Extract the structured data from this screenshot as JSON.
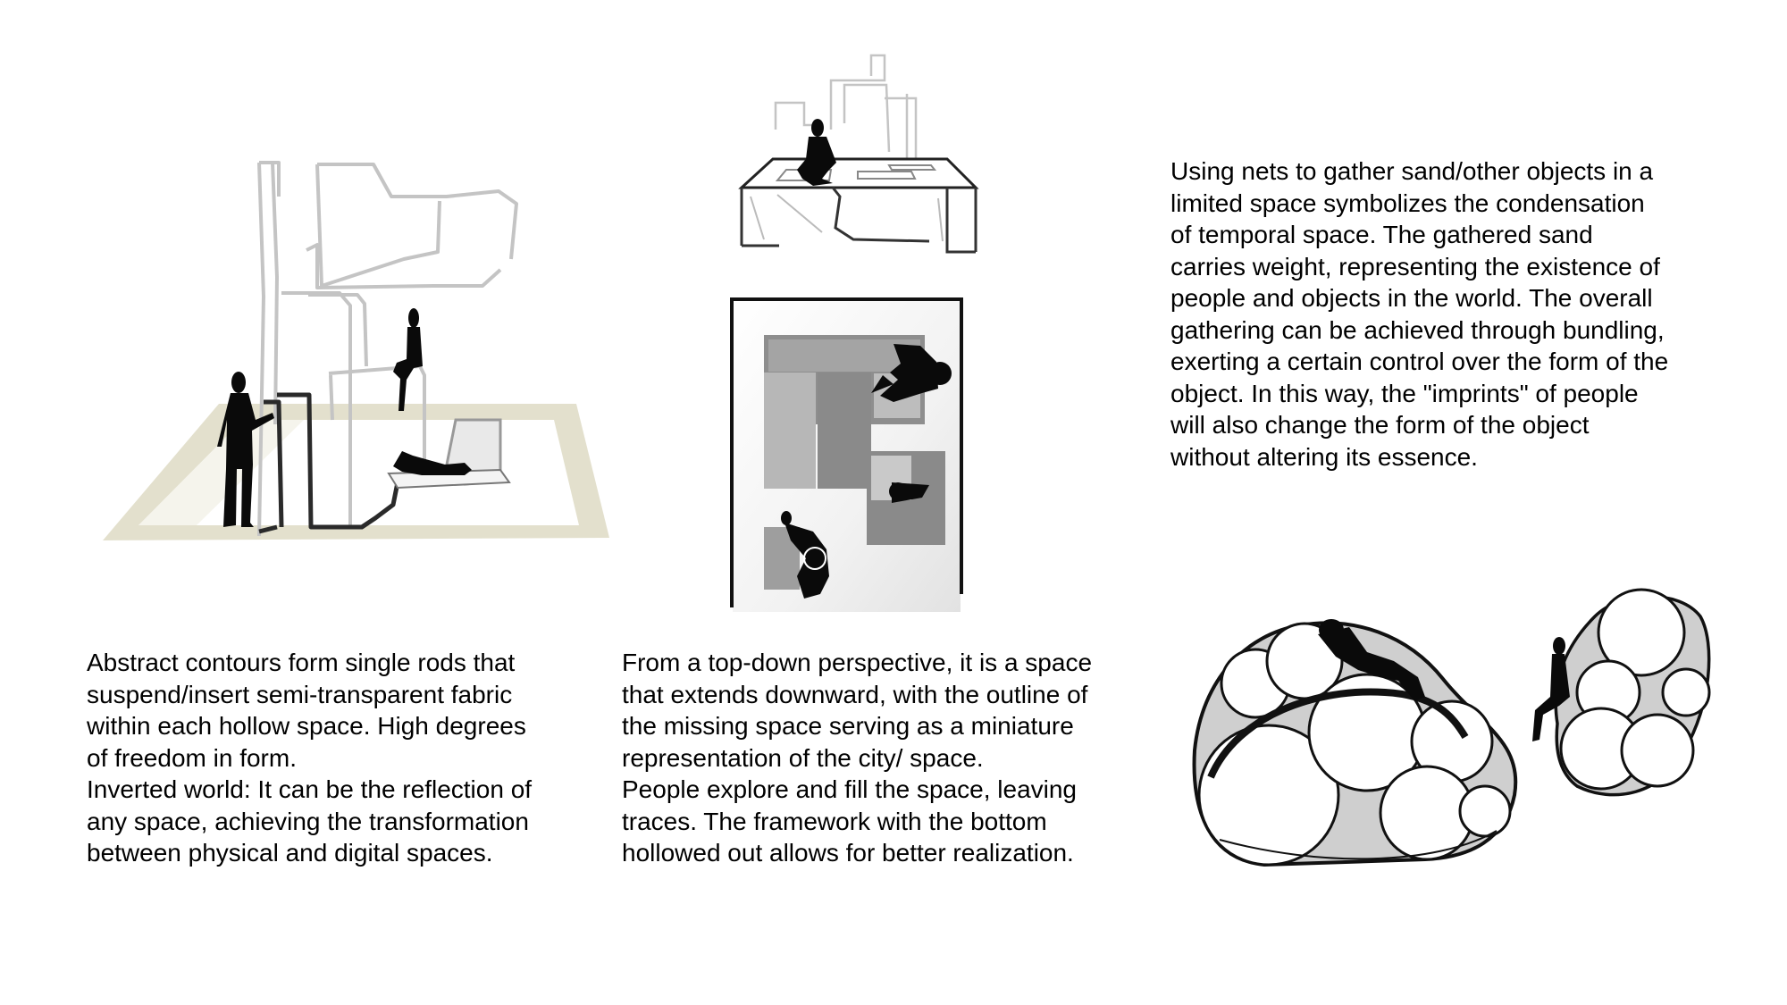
{
  "captions": {
    "left_p1": "Abstract contours form single rods that\nsuspend/insert semi-transparent fabric\nwithin each hollow space. High degrees\nof freedom in form.",
    "left_p2": "Inverted world: It can be the reflection of\nany space, achieving the transformation\nbetween physical and digital spaces.",
    "middle_p1": "From a top-down perspective, it is a space\nthat extends downward, with the outline of\nthe missing space serving as a miniature\nrepresentation of the city/ space.",
    "middle_p2": "People explore and fill the space, leaving\ntraces. The framework with the bottom\nhollowed out allows for better realization.",
    "right_p1": "Using nets to gather sand/other objects in a\nlimited space symbolizes the condensation\nof temporal space. The gathered sand\ncarries weight, representing the existence of\npeople and objects in the world. The overall\ngathering can be achieved through bundling,\nexerting a certain control over the form of the\nobject. In this way, the \"imprints\" of people\nwill also change the form of the object\nwithout altering its essence."
  },
  "colors": {
    "ground_beige": "#e3e0cd",
    "rod_grey": "#b9b9b9",
    "figure_black": "#0a0a0a",
    "net_grey": "#cfcfcf"
  },
  "illustrations": [
    "rod-structure-sketch-icon",
    "table-perspective-sketch-icon",
    "floor-plan-sketch-icon",
    "sand-net-bundle-sketch-icon"
  ]
}
